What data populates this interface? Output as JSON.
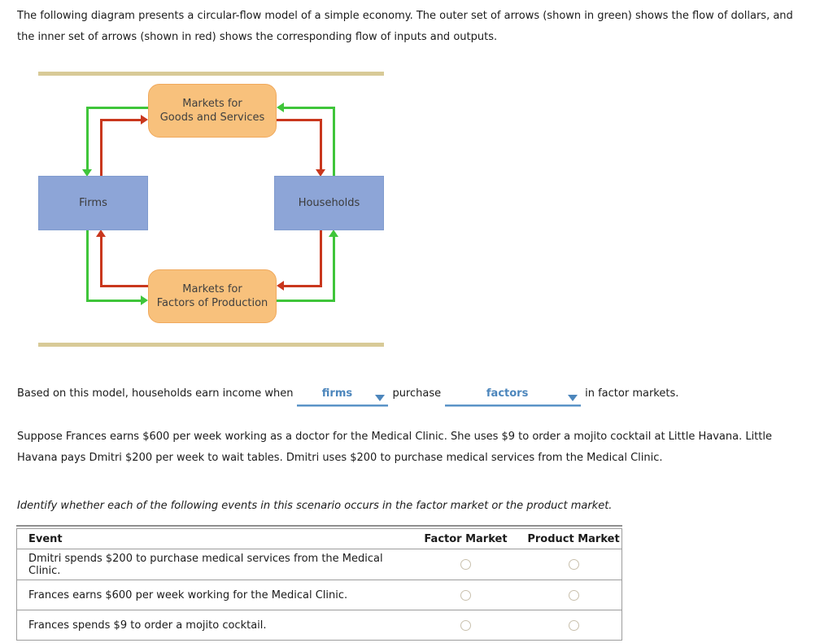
{
  "page": {
    "intro": "The following diagram presents a circular-flow model of a simple economy. The outer set of arrows (shown in green) shows the flow of dollars, and the inner set of arrows (shown in red) shows the corresponding flow of inputs and outputs.",
    "scenario": "Suppose Frances earns $600 per week working as a doctor for the Medical Clinic. She uses $9 to order a mojito cocktail at Little Havana. Little Havana pays Dmitri $200 per week to wait tables. Dmitri uses $200 to purchase medical services from the Medical Clinic.",
    "instruction": "Identify whether each of the following events in this scenario occurs in the factor market or the product market."
  },
  "diagram": {
    "boxes": {
      "top": "Markets for\nGoods and Services",
      "left": "Firms",
      "right": "Households",
      "bottom": "Markets for\nFactors of Production"
    },
    "colors": {
      "dollar_flow_green": "#3fc53a",
      "inputs_outputs_red": "#c9371d",
      "market_box_fill": "#f8c17c",
      "market_box_border": "#f0a95c",
      "entity_box_fill": "#8da5d7",
      "frame_bar": "#d8ca97"
    }
  },
  "question": {
    "prefix": "Based on this model, households earn income when",
    "between": "purchase",
    "suffix": "in factor markets.",
    "dropdowns": [
      {
        "value": "firms"
      },
      {
        "value": "factors"
      }
    ]
  },
  "table": {
    "headers": [
      "Event",
      "Factor Market",
      "Product Market"
    ],
    "rows": [
      {
        "event": "Dmitri spends $200 to purchase medical services from the Medical Clinic.",
        "factor_selected": false,
        "product_selected": false
      },
      {
        "event": "Frances earns $600 per week working for the Medical Clinic.",
        "factor_selected": false,
        "product_selected": false
      },
      {
        "event": "Frances spends $9 to order a mojito cocktail.",
        "factor_selected": false,
        "product_selected": false
      }
    ]
  }
}
